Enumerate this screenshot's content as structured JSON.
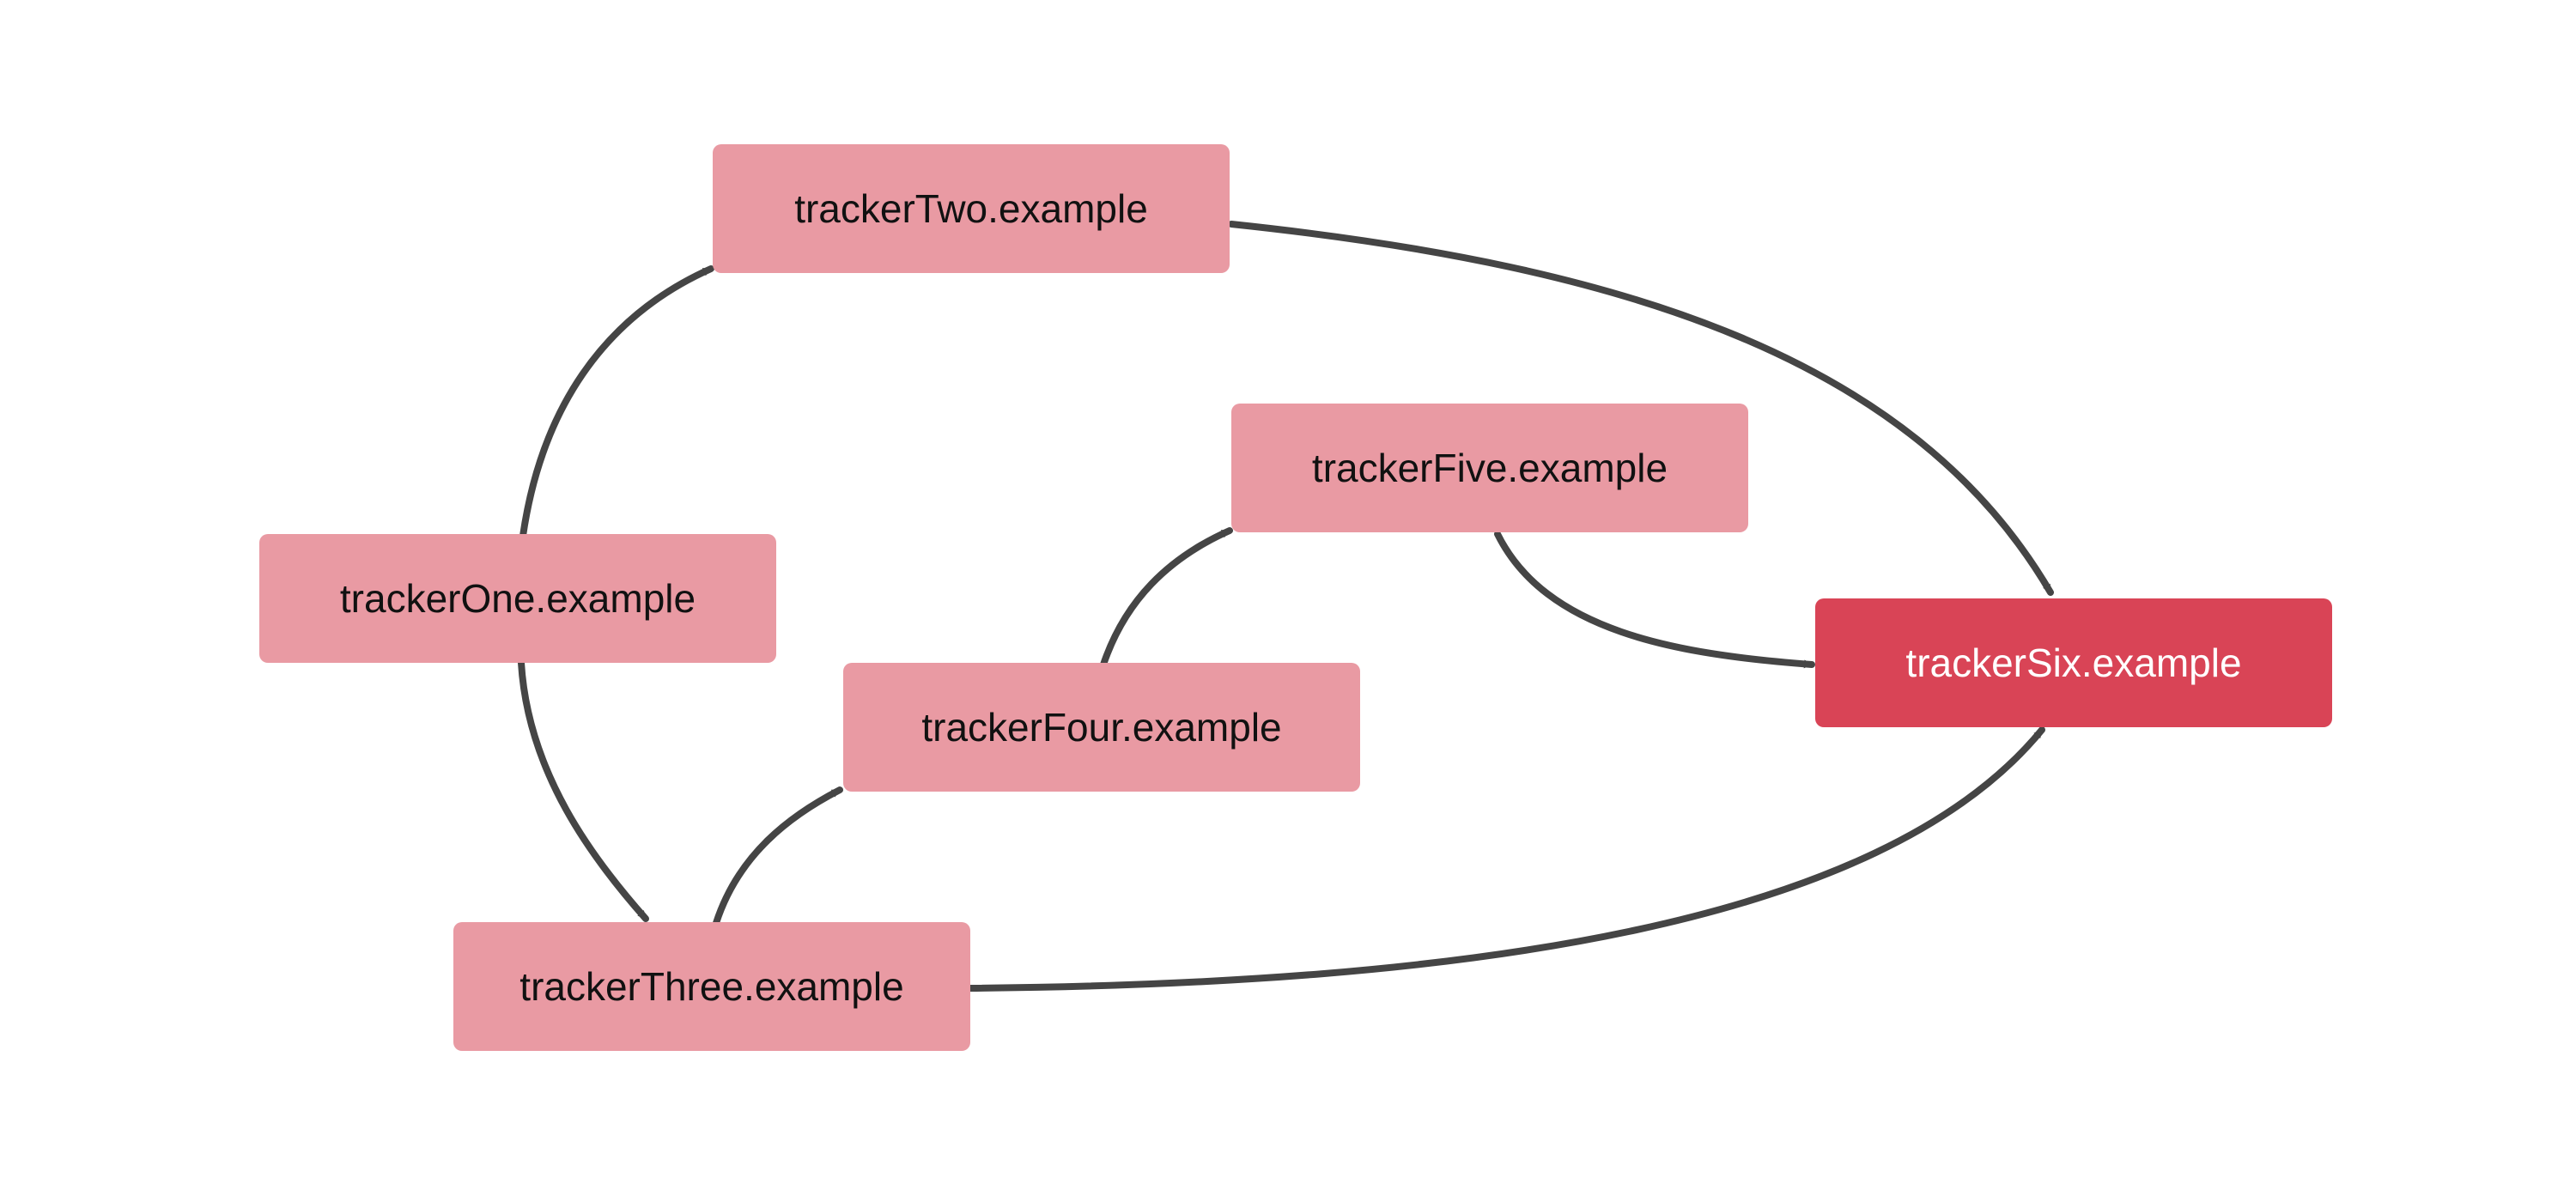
{
  "diagram": {
    "colors": {
      "background": "#ffffff",
      "node_fill": "#e99aa3",
      "node_text": "#111111",
      "highlight_fill": "#d94456",
      "highlight_text": "#ffffff",
      "edge": "#454545"
    },
    "nodes": [
      {
        "id": "one",
        "label": "trackerOne.example",
        "highlighted": false
      },
      {
        "id": "two",
        "label": "trackerTwo.example",
        "highlighted": false
      },
      {
        "id": "three",
        "label": "trackerThree.example",
        "highlighted": false
      },
      {
        "id": "four",
        "label": "trackerFour.example",
        "highlighted": false
      },
      {
        "id": "five",
        "label": "trackerFive.example",
        "highlighted": false
      },
      {
        "id": "six",
        "label": "trackerSix.example",
        "highlighted": true
      }
    ],
    "edges": [
      {
        "from": "one",
        "to": "two"
      },
      {
        "from": "one",
        "to": "three"
      },
      {
        "from": "three",
        "to": "four"
      },
      {
        "from": "four",
        "to": "five"
      },
      {
        "from": "two",
        "to": "six"
      },
      {
        "from": "five",
        "to": "six"
      },
      {
        "from": "three",
        "to": "six"
      }
    ]
  }
}
